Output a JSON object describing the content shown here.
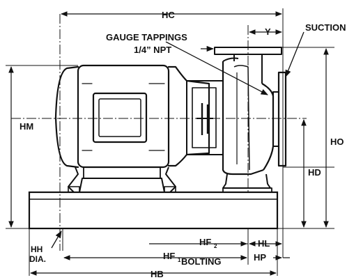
{
  "labels": {
    "hc": "HC",
    "y": "Y",
    "suction": "SUCTION",
    "gauge_line1": "GAUGE TAPPINGS",
    "gauge_line2": "1/4” NPT",
    "hm": "HM",
    "ho": "HO",
    "hd": "HD",
    "hf2_main": "HF",
    "hf2_sub": "2",
    "hl": "HL",
    "hh_line1": "HH",
    "hh_line2": "DIA.",
    "hf1_main": "HF",
    "hf1_sub": "1",
    "bolting": "BOLTING",
    "hp": "HP",
    "hb": "HB"
  }
}
